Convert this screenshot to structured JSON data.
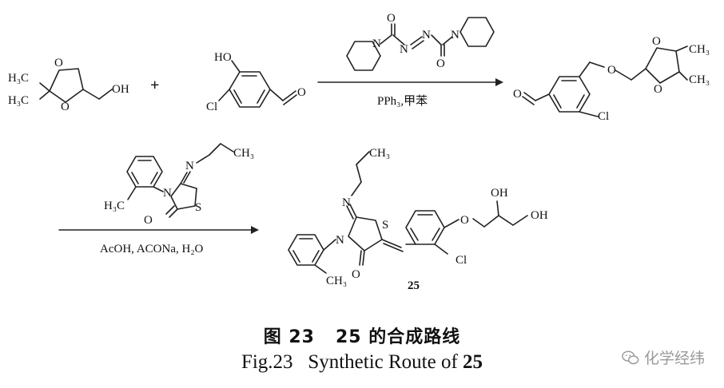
{
  "labels": {
    "h3c_a": "H₃C",
    "h3c_b": "H₃C",
    "oh_1": "OH",
    "ho": "HO",
    "cl_1": "Cl",
    "cl_2": "Cl",
    "cl_3": "Cl",
    "o": "O",
    "n": "N",
    "s": "S",
    "ch3": "CH₃",
    "h3c_c": "H₃C",
    "oh_2": "OH",
    "oh_3": "OH",
    "plus": "+"
  },
  "conditions": {
    "step1": "PPh₃,甲苯",
    "step2": "AcOH, ACONa, H₂O"
  },
  "compound_number": "25",
  "caption": {
    "cn_prefix": "图 23",
    "cn_num": "25",
    "cn_text": "的合成路线",
    "en_prefix": "Fig.23",
    "en_text": "Synthetic Route of",
    "en_num": "25"
  },
  "watermark": {
    "text": "化学经纬",
    "icon": "wechat-icon"
  }
}
